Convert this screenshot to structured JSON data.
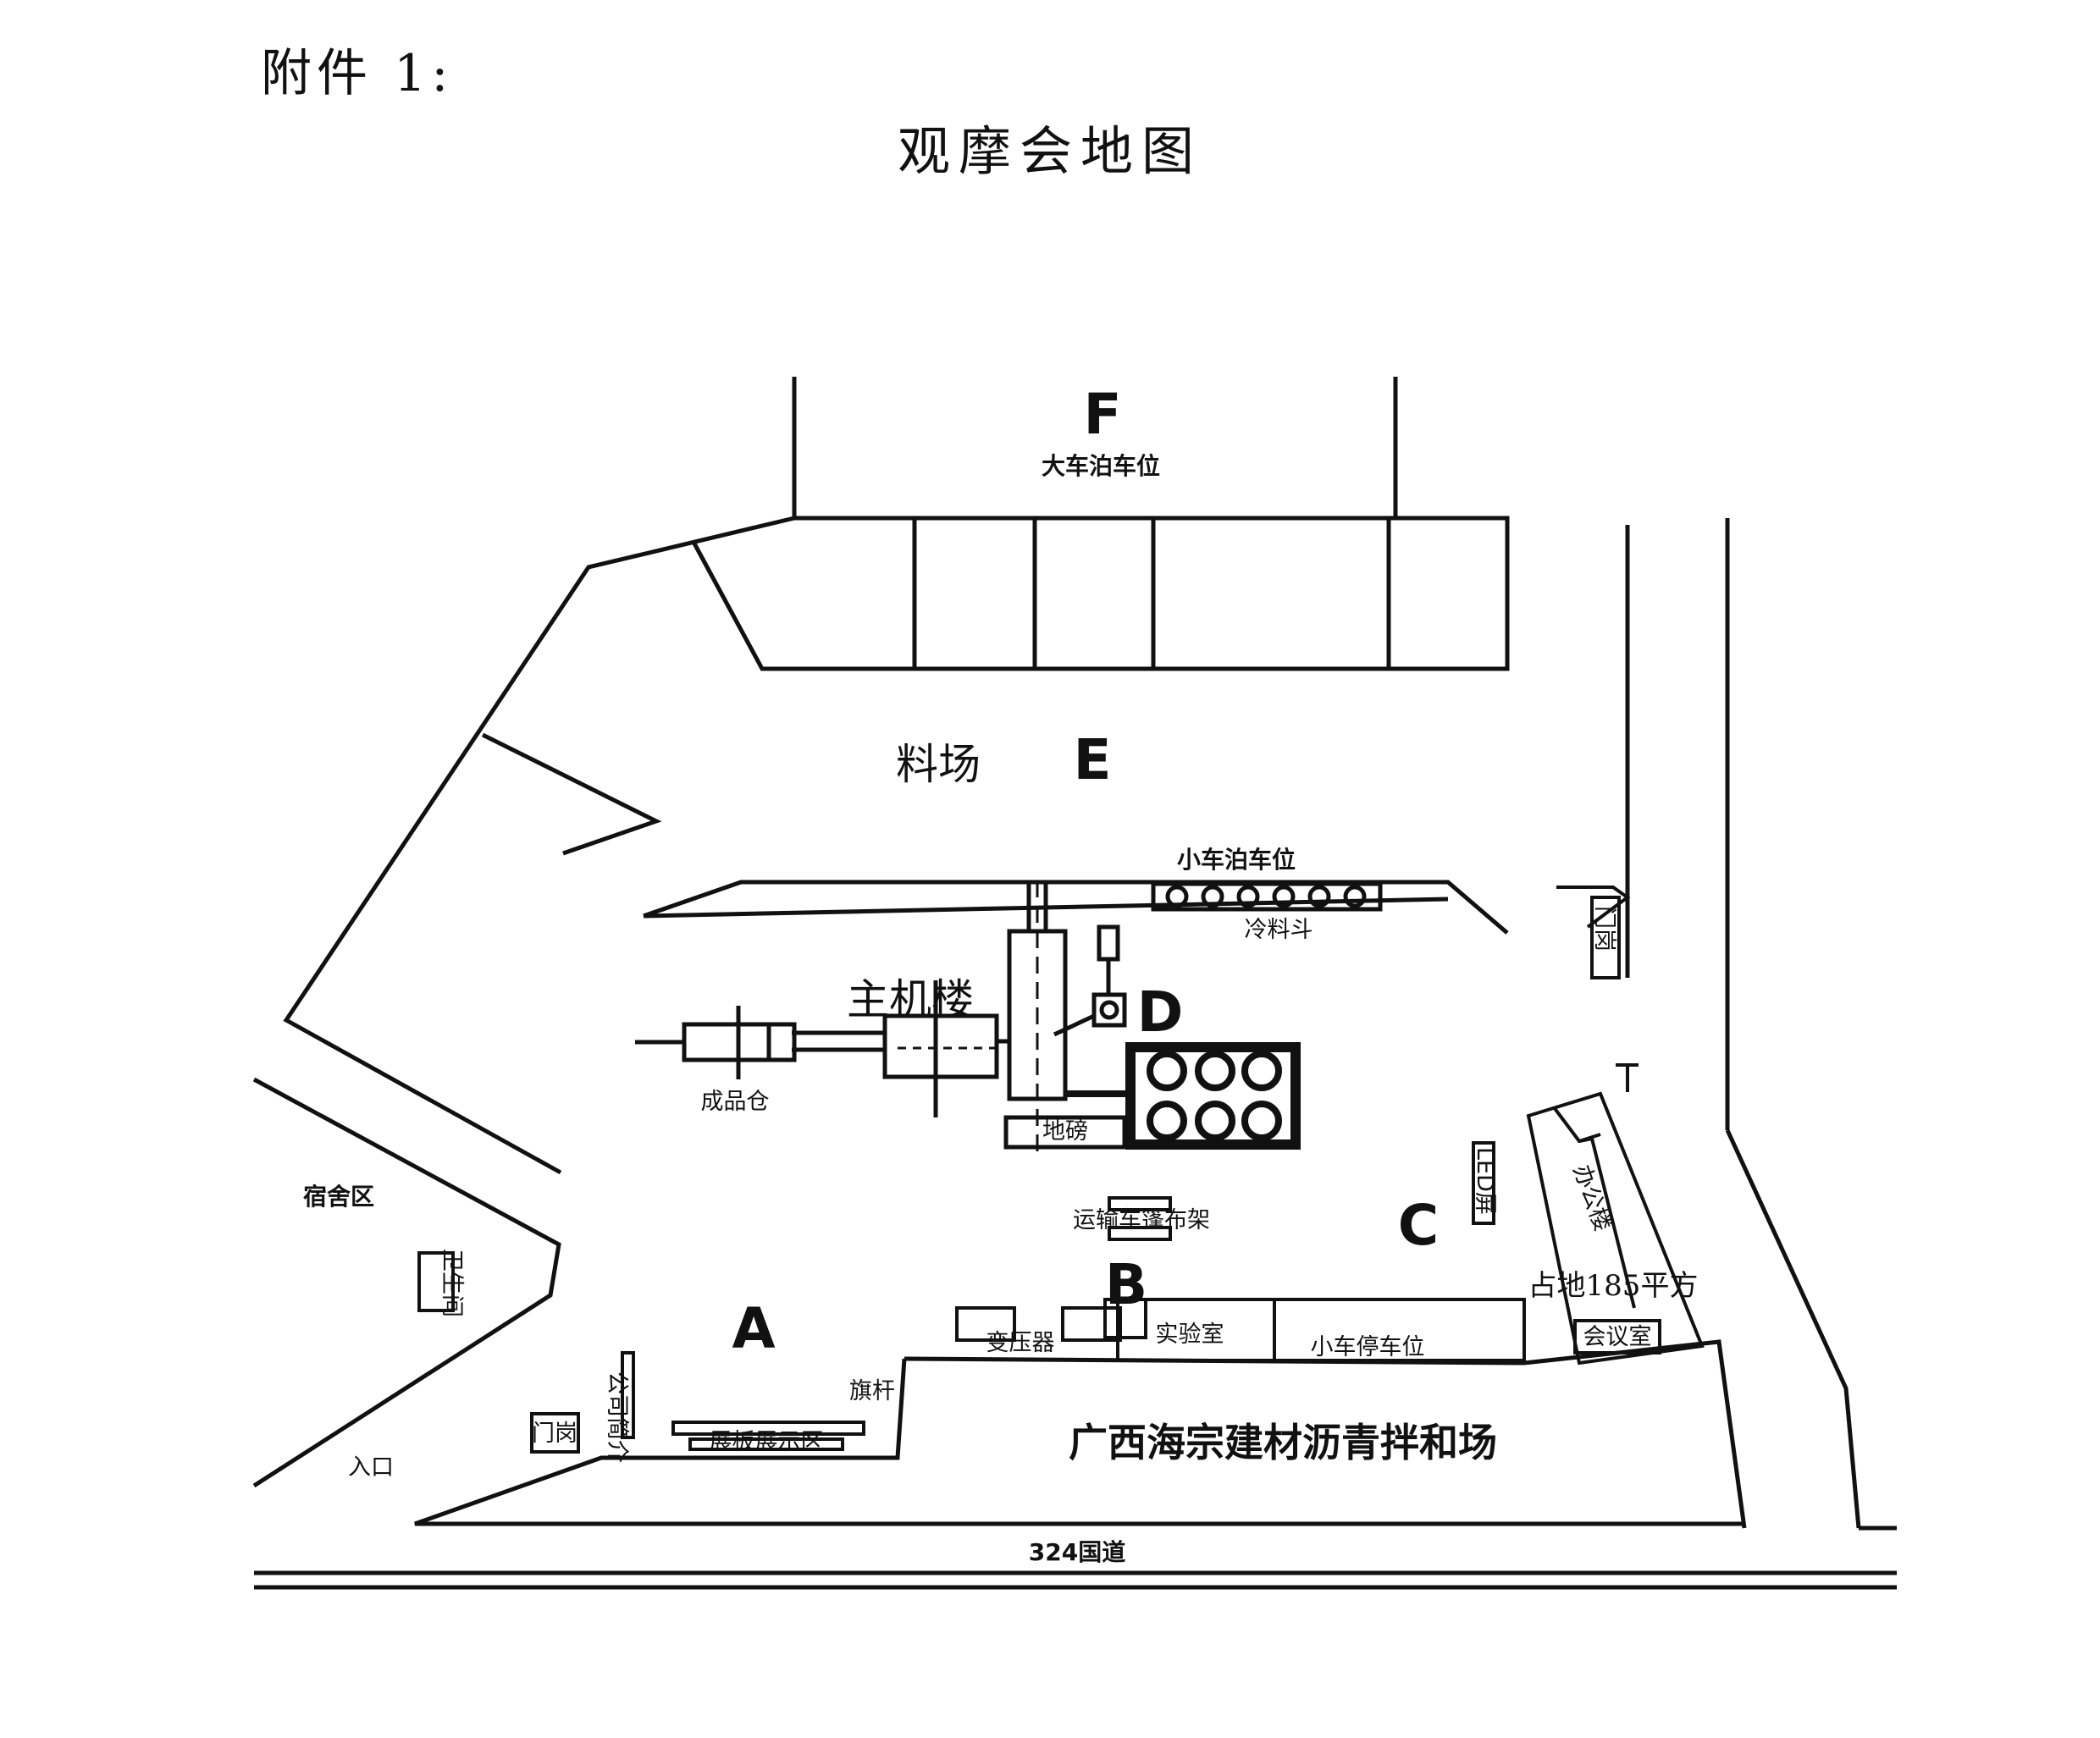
{
  "header": {
    "attachment": "附件 1:",
    "title": "观摩会地图"
  },
  "zones": {
    "A": "A",
    "B": "B",
    "C": "C",
    "D": "D",
    "E": "E",
    "F": "F"
  },
  "labels": {
    "truck_parking": "大车泊车位",
    "material_yard": "料场",
    "car_parking": "小车泊车位",
    "cold_hopper": "冷料斗",
    "main_building": "主机楼",
    "finished_silo": "成品仓",
    "ground_scale": "地磅",
    "dormitory": "宿舍区",
    "toilet": "卫生间",
    "gate": "门岗",
    "entrance": "入口",
    "exhibit": "展板展示区",
    "gate_left_sign": "公司简介",
    "transformer": "变压器",
    "flag": "旗杆",
    "laboratory": "实验室",
    "transport_cover": "运输车篷布架",
    "car_stop": "小车停车位",
    "conference": "会议室",
    "office": "办公楼",
    "area": "占地185平方",
    "led": "LED屏",
    "company": "广西海宗建材沥青拌和场",
    "road": "324国道"
  }
}
